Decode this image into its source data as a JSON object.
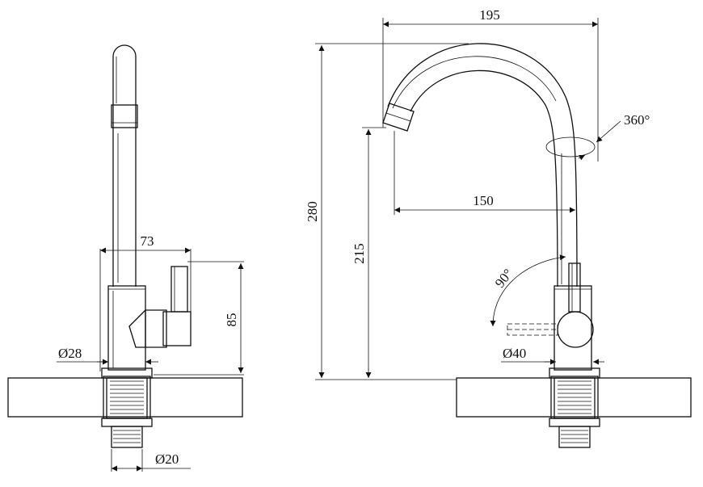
{
  "dimensions": {
    "side_width": "73",
    "base_height": "85",
    "base_diameter": "Ø28",
    "thread_diameter": "Ø20",
    "reach_total": "195",
    "reach_spout": "150",
    "total_height": "280",
    "spout_height": "215",
    "swivel_angle": "360°",
    "lever_angle": "90°",
    "body_diameter": "Ø40"
  }
}
